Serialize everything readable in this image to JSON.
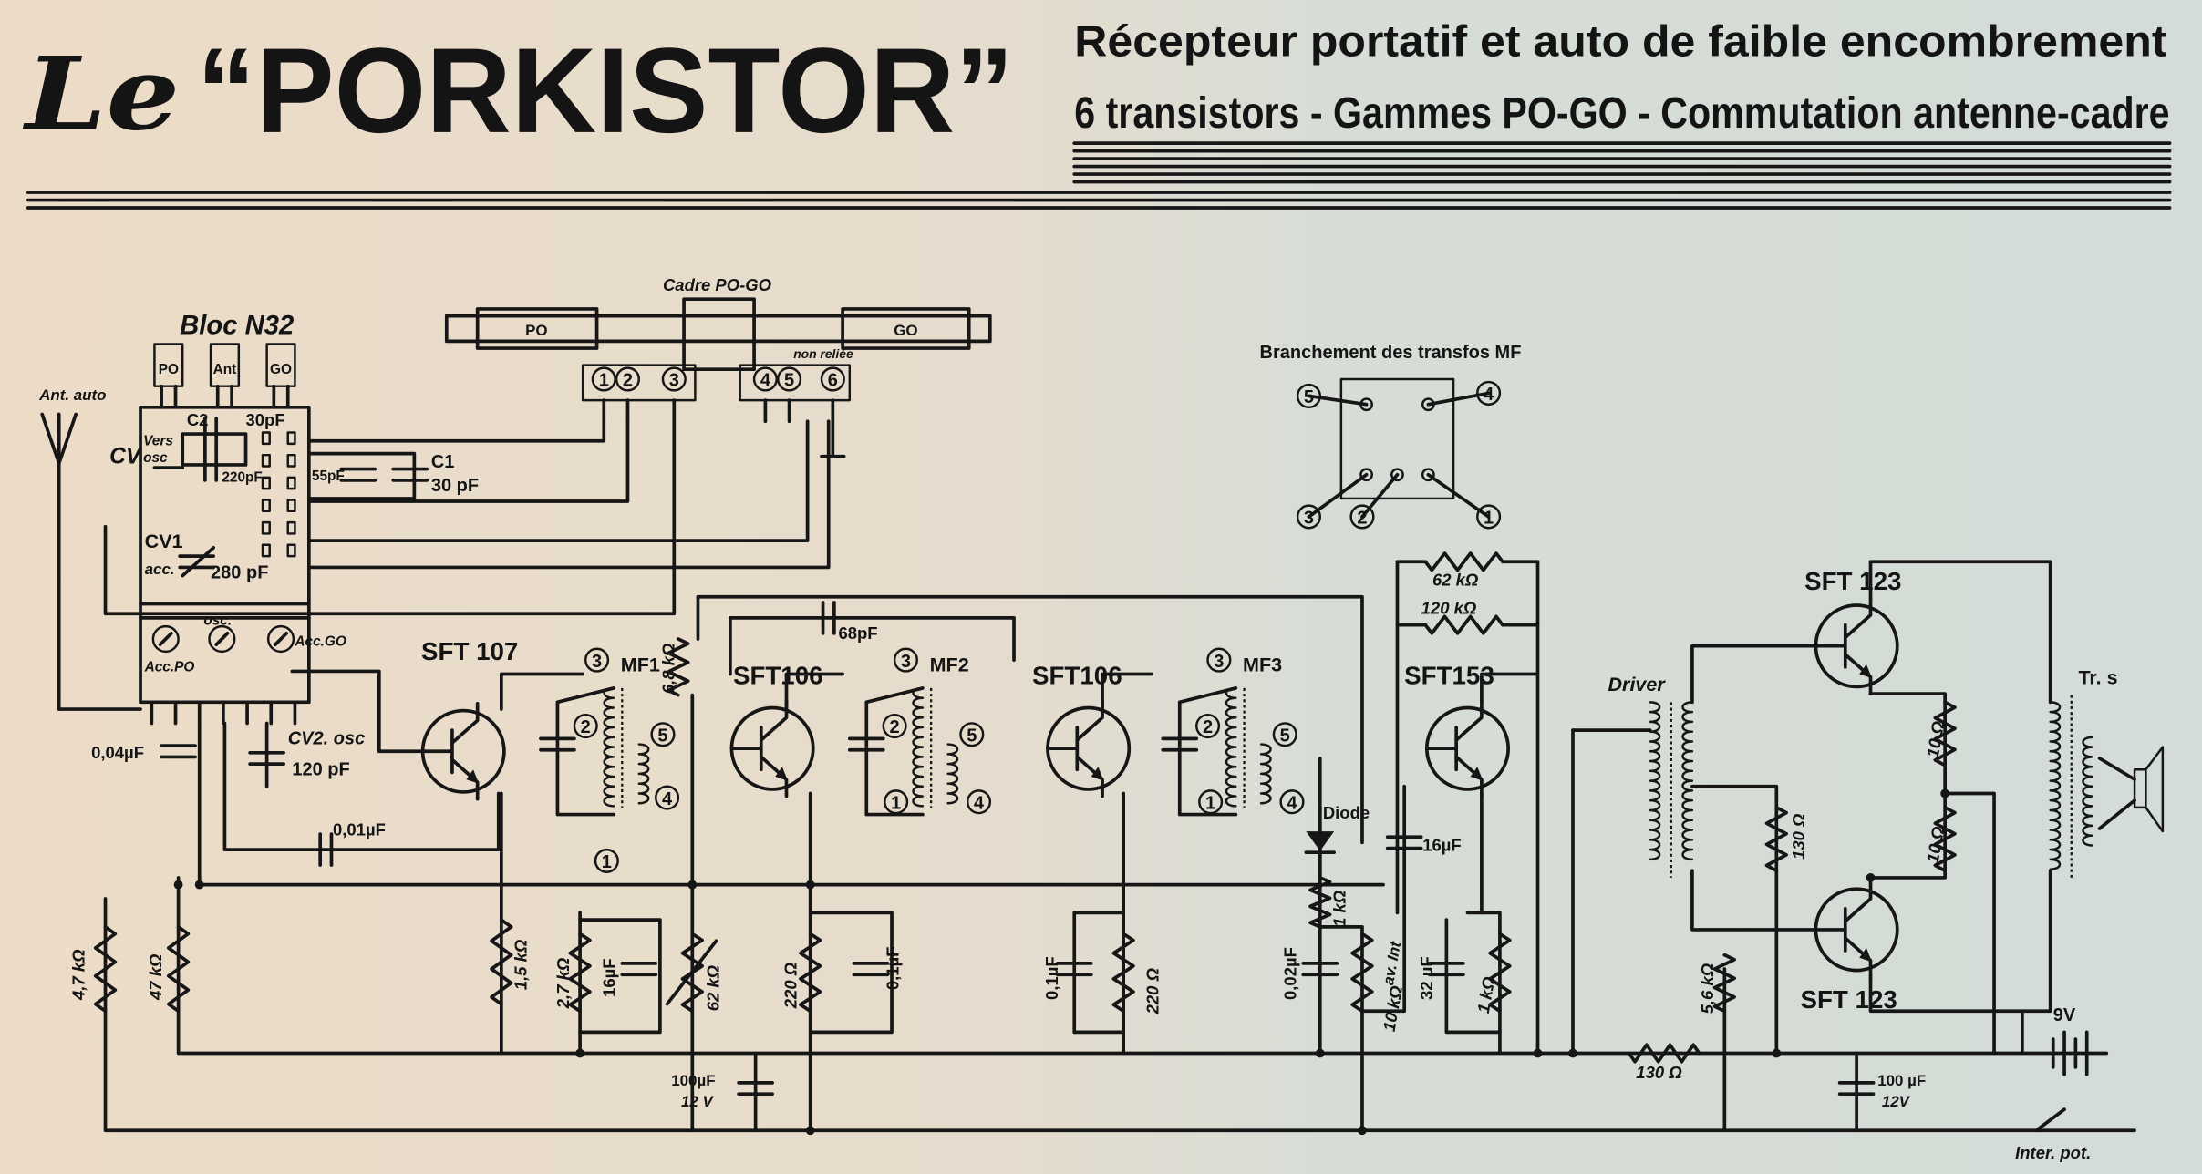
{
  "header": {
    "le": "Le",
    "title": "“PORKISTOR”",
    "subtitle_1": "Récepteur portatif et auto de faible encombrement",
    "subtitle_2": "6 transistors - Gammes PO-GO - Commutation antenne-cadre"
  },
  "colors": {
    "paper": "#e8dccb",
    "paper_blue": "#d5ddd8",
    "ink": "#161616"
  },
  "schematic": {
    "antenna": "Ant. auto",
    "bloc": {
      "title": "Bloc N32",
      "po": "PO",
      "ant": "Ant",
      "go": "GO",
      "c2": "C2",
      "c2_value": "30pF",
      "cv": "CV",
      "vers": "Vers",
      "osc_short": "osc",
      "c_220": "220pF",
      "c_55": "55pF",
      "c1": "C1",
      "c1_value": "30 pF",
      "cv1": "CV1",
      "acc": "acc.",
      "cv1_value": "280 pF",
      "osc": "osc.",
      "acc_po": "Acc.PO",
      "acc_go": "Acc.GO"
    },
    "cadre": {
      "title": "Cadre PO-GO",
      "po": "PO",
      "go": "GO",
      "non_reliee": "non reliée",
      "pins": [
        "1",
        "2",
        "3",
        "4",
        "5",
        "6"
      ]
    },
    "mf_pinout": {
      "title": "Branchement des transfos MF",
      "pins": [
        "5",
        "4",
        "3",
        "2",
        "1"
      ]
    },
    "transistors": [
      "SFT 107",
      "SFT106",
      "SFT106",
      "SFT153",
      "SFT 123",
      "SFT 123"
    ],
    "transformers": {
      "mf1": "MF1",
      "mf2": "MF2",
      "mf3": "MF3",
      "driver": "Driver",
      "output": "Tr. s"
    },
    "mf_pins": {
      "mf1": [
        "3",
        "2",
        "5",
        "4",
        "1"
      ],
      "mf2": [
        "3",
        "2",
        "5",
        "1",
        "4"
      ],
      "mf3": [
        "3",
        "2",
        "5",
        "1",
        "4"
      ]
    },
    "resistors": [
      "4,7 kΩ",
      "47 kΩ",
      "1,5 kΩ",
      "2,7 kΩ",
      "62 kΩ",
      "220 Ω",
      "220 Ω",
      "6,8 kΩ",
      "1 kΩ",
      "10 kΩ",
      "1 kΩ",
      "130 Ω",
      "5,6 kΩ",
      "10 Ω",
      "10 Ω",
      "62 kΩ",
      "120 kΩ",
      "130 Ω"
    ],
    "capacitors": [
      "0,04µF",
      "0,01µF",
      "16µF",
      "0,1µF",
      "0,1µF",
      "0,02µF",
      "32 µF",
      "16µF",
      "100µF",
      "12 V",
      "100 µF",
      "12V",
      "68pF",
      "CV2. osc",
      "120 pF"
    ],
    "misc": {
      "diode": "Diode",
      "av_int": "av. Int",
      "battery": "9V",
      "switch": "Inter. pot."
    }
  }
}
